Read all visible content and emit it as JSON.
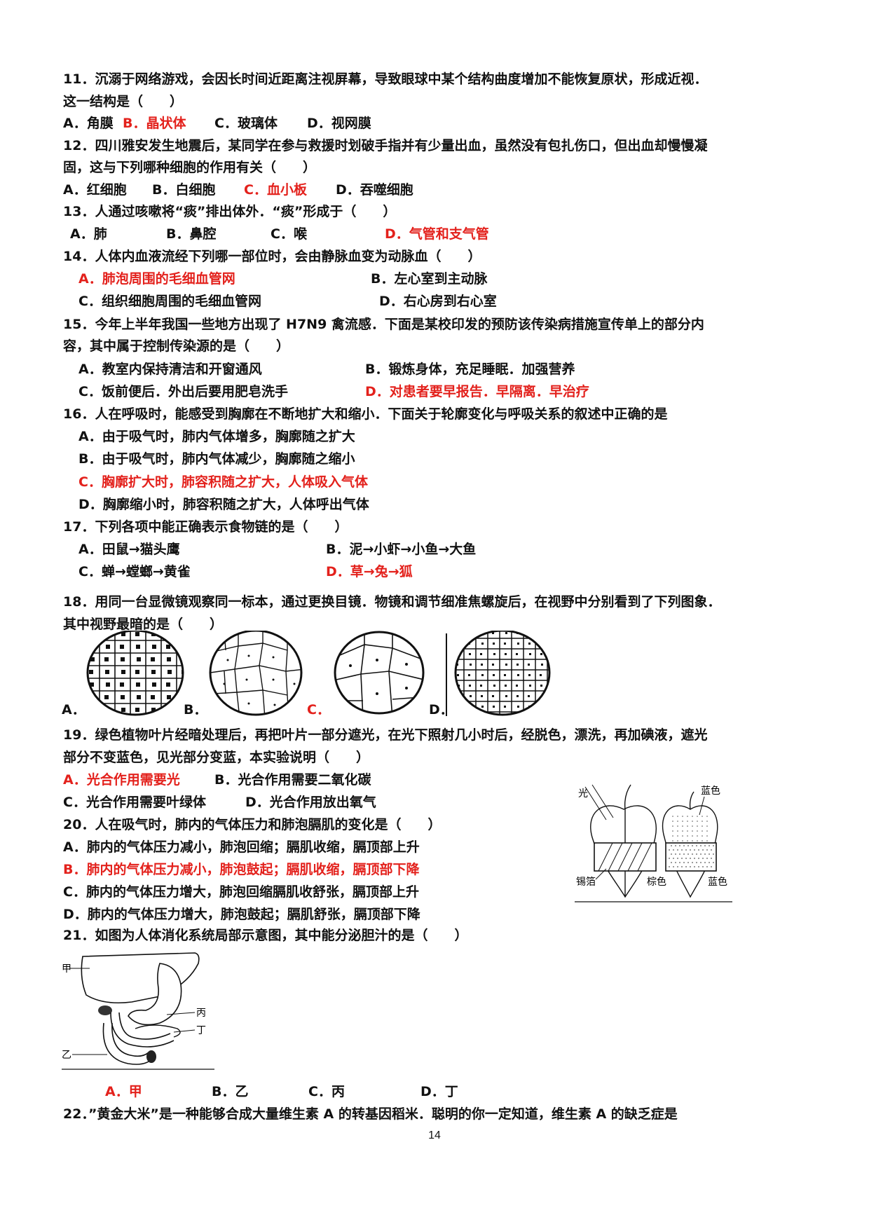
{
  "q11": {
    "line1": "11．沉溺于网络游戏，会因长时间近距离注视屏幕，导致眼球中某个结构曲度增加不能恢复原状，形成近视．",
    "line2": "这一结构是（　　）",
    "a": "A．角膜",
    "b": "B．晶状体",
    "c": "C．玻璃体",
    "d": "D．视网膜"
  },
  "q12": {
    "line1": "12．四川雅安发生地震后，某同学在参与救援时划破手指并有少量出血，虽然没有包扎伤口，但出血却慢慢凝",
    "line2": "固，这与下列哪种细胞的作用有关（　　）",
    "a": "A．红细胞",
    "b": "B．白细胞",
    "c": "C．血小板",
    "d": "D．吞噬细胞"
  },
  "q13": {
    "line1": "13．人通过咳嗽将“痰”排出体外．“痰”形成于（　　）",
    "a": "A．肺",
    "b": "B．鼻腔",
    "c": "C．喉",
    "d": "D．气管和支气管"
  },
  "q14": {
    "line1": "14．人体内血液流经下列哪一部位时，会由静脉血变为动脉血（　　）",
    "a": "A．肺泡周围的毛细血管网",
    "b": "B．左心室到主动脉",
    "c": "C．组织细胞周围的毛细血管网",
    "d": "D．右心房到右心室"
  },
  "q15": {
    "line1": "15．今年上半年我国一些地方出现了 H7N9 禽流感．下面是某校印发的预防该传染病措施宣传单上的部分内",
    "line2": "容，其中属于控制传染源的是（　　）",
    "a": "A．教室内保持清洁和开窗通风",
    "b": "B．锻炼身体，充足睡眠．加强营养",
    "c": "C．饭前便后．外出后要用肥皂洗手",
    "d": "D．对患者要早报告．早隔离．早治疗"
  },
  "q16": {
    "line1": "16．人在呼吸时，能感受到胸廓在不断地扩大和缩小．下面关于轮廓变化与呼吸关系的叙述中正确的是",
    "a": "A．由于吸气时，肺内气体增多，胸廓随之扩大",
    "b": "B．由于吸气时，肺内气体减少，胸廓随之缩小",
    "c": "C．胸廓扩大时，肺容积随之扩大，人体吸入气体",
    "d": "D．胸廓缩小时，肺容积随之扩大，人体呼出气体"
  },
  "q17": {
    "line1": "17．下列各项中能正确表示食物链的是（　　）",
    "a": "A．田鼠→猫头鹰",
    "b": "B．泥→小虾→小鱼→大鱼",
    "c": "C．蝉→螳螂→黄雀",
    "d": "D．草→兔→狐"
  },
  "q18": {
    "line1": "18．用同一台显微镜观察同一标本，通过更换目镜．物镜和调节细准焦螺旋后，在视野中分别看到了下列图象．",
    "line2": "其中视野最暗的是（　　）",
    "a": "A．",
    "b": "B．",
    "c": "C．",
    "d": "D．"
  },
  "q19": {
    "line1": "19．绿色植物叶片经暗处理后，再把叶片一部分遮光，在光下照射几小时后，经脱色，漂洗，再加碘液，遮光",
    "line2": "部分不变蓝色，见光部分变蓝，本实验说明（　　）",
    "a": "A．光合作用需要光",
    "b": "B．光合作用需要二氧化碳",
    "c": "C．光合作用需要叶绿体",
    "d": "D．光合作用放出氧气",
    "fig_labels": {
      "light": "光",
      "foil": "锡箔",
      "blue_top": "蓝色",
      "brown": "棕色",
      "blue_bottom": "蓝色"
    }
  },
  "q20": {
    "line1": "20．人在吸气时，肺内的气体压力和肺泡膈肌的变化是（　　）",
    "a": "A．肺内的气体压力减小，肺泡回缩；膈肌收缩，膈顶部上升",
    "b": "B．肺内的气体压力减小，肺泡鼓起；膈肌收缩，膈顶部下降",
    "c": "C．肺内的气体压力增大，肺泡回缩膈肌收舒张，膈顶部上升",
    "d": "D．肺内的气体压力增大，肺泡鼓起；膈肌舒张，膈顶部下降"
  },
  "q21": {
    "line1": "21．如图为人体消化系统局部示意图，其中能分泌胆汁的是（　　）",
    "a": "A．甲",
    "b": "B．乙",
    "c": "C．丙",
    "d": "D．丁",
    "fig_labels": {
      "jia": "甲",
      "yi": "乙",
      "bing": "丙",
      "ding": "丁"
    }
  },
  "q22": {
    "line1": "22．”黄金大米”是一种能够合成大量维生素 A 的转基因稻米．聪明的你一定知道，维生素 A 的缺乏症是"
  },
  "page_number": "14"
}
